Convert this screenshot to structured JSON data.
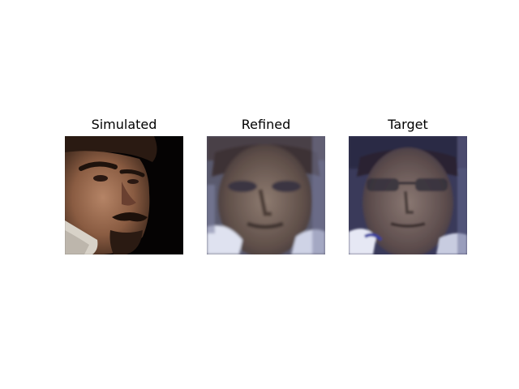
{
  "panels": [
    {
      "title": "Simulated"
    },
    {
      "title": "Refined"
    },
    {
      "title": "Target"
    }
  ]
}
